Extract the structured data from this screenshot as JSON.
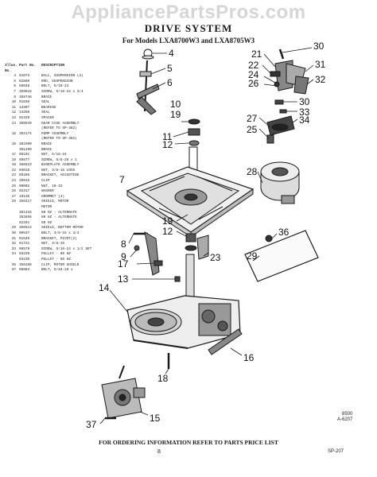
{
  "watermark": "AppliancePartsPros.com",
  "title": "DRIVE SYSTEM",
  "subtitle": "For Models LXA8700W3 and LXA8705W3",
  "legend": {
    "header": [
      "Illus. No.",
      "Part No.",
      "DESCRIPTION"
    ],
    "rows": [
      [
        "4",
        "91073",
        "BALL, SUSPENSION (3)"
      ],
      [
        "5",
        "82886",
        "ROD, SUSPENSION"
      ],
      [
        "6",
        "58048",
        "BOLT, 5/16-24"
      ],
      [
        "7",
        "359815",
        "SCREW, 5/16-24 x 3/4"
      ],
      [
        "8",
        "358748",
        "BRACE"
      ],
      [
        "10",
        "91936",
        "SEAL"
      ],
      [
        "11",
        "14307",
        "BEARING"
      ],
      [
        "12",
        "14288",
        "SEAL"
      ],
      [
        "13",
        "92429",
        "SPACER"
      ],
      [
        "14",
        "388839",
        "GEAR CASE ASSEMBLY"
      ],
      [
        "",
        "",
        "(REFER TO SP-382)"
      ],
      [
        "15",
        "362174",
        "PUMP ASSEMBLY"
      ],
      [
        "",
        "",
        "(REFER TO SP-382)"
      ],
      [
        "16",
        "381500",
        "BRACE"
      ],
      [
        "",
        "361499",
        "BRACE"
      ],
      [
        "17",
        "96101",
        "NUT, 5/16-24"
      ],
      [
        "18",
        "95877",
        "SCREW, 5/8-26 x 1"
      ],
      [
        "19",
        "366523",
        "BASEPLATE ASSEMBLY"
      ],
      [
        "22",
        "94016",
        "NUT, 3/8-16 LOCK"
      ],
      [
        "23",
        "85286",
        "BRACKET, ADJUSTING"
      ],
      [
        "24",
        "29915",
        "CLIP"
      ],
      [
        "25",
        "90002",
        "NUT, 10-32"
      ],
      [
        "26",
        "92317",
        "WASHER"
      ],
      [
        "27",
        "19135",
        "GROMMET (4)"
      ],
      [
        "28",
        "356217",
        "SHIELD, MOTOR"
      ],
      [
        "",
        "",
        "MOTOR"
      ],
      [
        "",
        "361316",
        "60 HZ - ALTERNATE"
      ],
      [
        "",
        "352856",
        "60 HZ - ALTERNATE"
      ],
      [
        "",
        "82281",
        "50 HZ"
      ],
      [
        "29",
        "356514",
        "SHIELD, BOTTOM MOTOR"
      ],
      [
        "30",
        "90537",
        "BOLT, 3/8-16 x 3/4"
      ],
      [
        "31",
        "91549",
        "BRACKET, PIVOT(2)"
      ],
      [
        "32",
        "91721",
        "NUT, 3/8-16"
      ],
      [
        "33",
        "96579",
        "SCREW, 5/16-24 x 1/2 SET"
      ],
      [
        "34",
        "93239",
        "PULLEY - 60 HZ"
      ],
      [
        "",
        "93239",
        "PULLEY - 50 HZ"
      ],
      [
        "35",
        "356288",
        "CLIP, MOTOR SHIELD"
      ],
      [
        "37",
        "96863",
        "BOLT, 5/16-18 x"
      ]
    ]
  },
  "callouts": {
    "n4": "4",
    "n5": "5",
    "n6": "6",
    "n10": "10",
    "n19a": "19",
    "n11": "11",
    "n12a": "12",
    "n7": "7",
    "n19b": "19",
    "n12b": "12",
    "n8": "8",
    "n9": "9",
    "n17": "17",
    "n23": "23",
    "n13": "13",
    "n14": "14",
    "n16": "16",
    "n18": "18",
    "n37": "37",
    "n15": "15",
    "n30a": "30",
    "n21": "21",
    "n22": "22",
    "n24": "24",
    "n26": "26",
    "n31": "31",
    "n32": "32",
    "n30b": "30",
    "n33": "33",
    "n34": "34",
    "n27": "27",
    "n25": "25",
    "n28": "28",
    "n36": "36",
    "n29": "29"
  },
  "figure_code": [
    "8500",
    "A-6207"
  ],
  "footer": "FOR ORDERING INFORMATION REFER TO PARTS PRICE LIST",
  "page_number": "8",
  "page_ref": "SP-207"
}
